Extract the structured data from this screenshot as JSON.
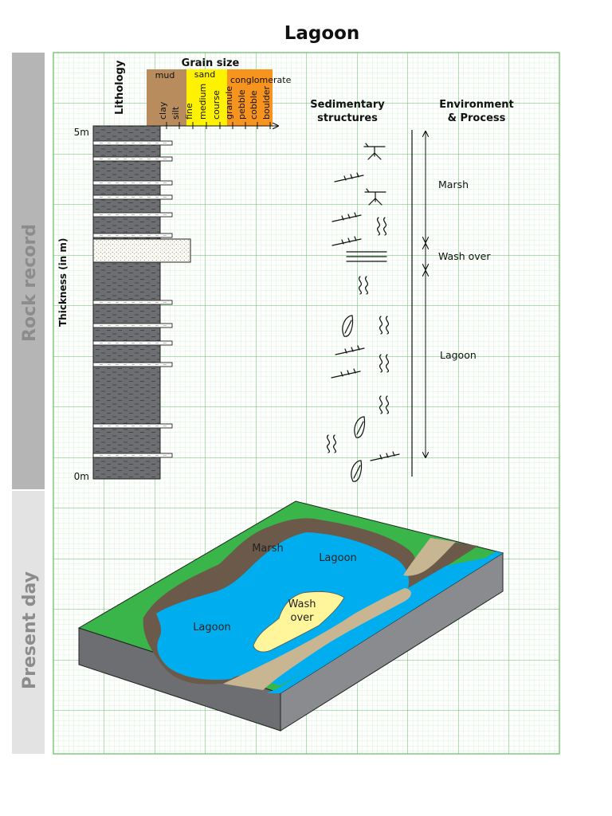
{
  "title": "Lagoon",
  "side_labels": {
    "rock_record": "Rock record",
    "present_day": "Present day"
  },
  "headers": {
    "lithology": "Lithology",
    "grain_size": "Grain size",
    "sedimentary_structures": [
      "Sedimentary",
      "structures"
    ],
    "environment": [
      "Environment",
      "& Process"
    ]
  },
  "grain_groups": {
    "mud": "mud",
    "sand": "sand",
    "conglomerate": "conglomerate"
  },
  "grain_classes": [
    "clay",
    "silt",
    "fine",
    "medium",
    "course",
    "granule",
    "pebble",
    "cobble",
    "boulder"
  ],
  "axis": {
    "label": "Thickness (in m)",
    "top": "5m",
    "bottom": "0m"
  },
  "environments": {
    "marsh": "Marsh",
    "wash_over": "Wash over",
    "lagoon": "Lagoon"
  },
  "map_labels": {
    "marsh": "Marsh",
    "lagoon_top": "Lagoon",
    "lagoon_left": "Lagoon",
    "wash": "Wash",
    "over": "over"
  },
  "colors": {
    "grid_minor": "#c9ebc9",
    "grid_major": "#5cbf5c",
    "mud": "#b98c5e",
    "sand": "#fff200",
    "conglomerate": "#f7941d",
    "shale": "#6d6e71",
    "water": "#00aeef",
    "grass": "#39b54a",
    "marsh": "#6b5a4a",
    "sand_bar": "#c8b592",
    "wash_over": "#fff59a",
    "block_front": "#6d6e71",
    "block_side": "#8a8b8e",
    "side_dark": "#b5b5b5",
    "side_light": "#e3e3e3"
  }
}
